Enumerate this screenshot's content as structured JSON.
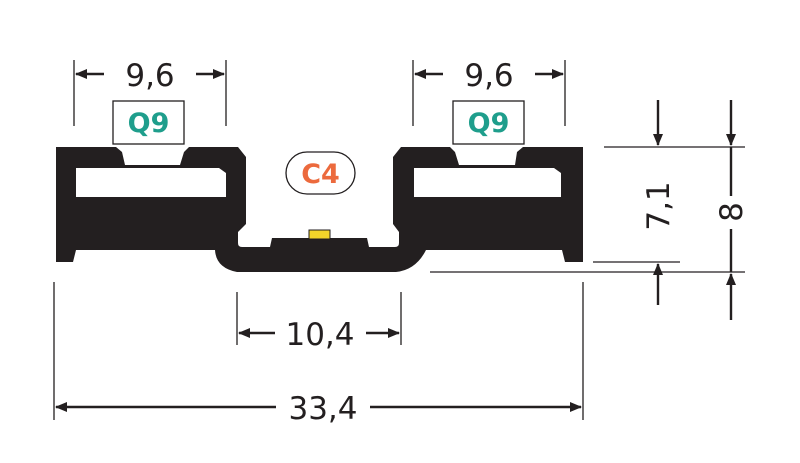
{
  "dimensions": {
    "left_slot_width": "9,6",
    "right_slot_width": "9,6",
    "channel_width": "10,4",
    "total_width": "33,4",
    "inner_height": "7,1",
    "total_height": "8"
  },
  "badges": {
    "left_slot": "Q9",
    "right_slot": "Q9",
    "channel": "C4"
  },
  "colors": {
    "profile": "#231f20",
    "q_badge": "#1f9e8c",
    "c_badge": "#ec6a3d",
    "led_chip": "#f2d52a"
  }
}
